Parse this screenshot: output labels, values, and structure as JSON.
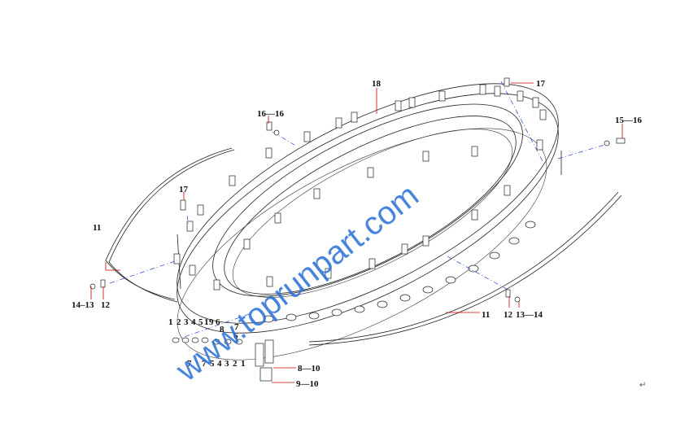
{
  "labels": {
    "l18": "18",
    "l17a": "17",
    "l16_16": "16—16",
    "l15_16": "15—16",
    "l17b": "17",
    "l11a": "11",
    "l14_13": "14–13",
    "l12a": "12",
    "l12b": "12",
    "l13_14": "13—14",
    "l11b": "11",
    "l8_10": "8—10",
    "l9_10": "9—10",
    "seq_top": [
      "1",
      "2",
      "3",
      "4",
      "5",
      "1",
      "9",
      "6",
      "7"
    ],
    "seq_bottom": [
      "7",
      "7",
      "5",
      "4",
      "3",
      "2",
      "1"
    ],
    "seq_mid": [
      "6",
      "8"
    ]
  },
  "watermark": "www.toprunpart.com",
  "return_mark": "↵",
  "colors": {
    "leader": "#cc0000",
    "centerline": "#1a3fcf",
    "watermark": "#2a6fd6"
  }
}
